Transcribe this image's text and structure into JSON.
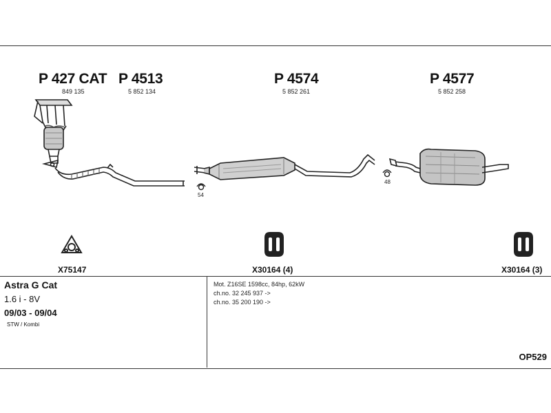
{
  "parts": [
    {
      "part_no": "P 427 CAT",
      "oe_no": "849 135"
    },
    {
      "part_no": "P 4513",
      "oe_no": "5 852 134"
    },
    {
      "part_no": "P 4574",
      "oe_no": "5 852 261"
    },
    {
      "part_no": "P 4577",
      "oe_no": "5 852 258"
    }
  ],
  "small_labels": {
    "clamp_left": "54",
    "clamp_right": "48"
  },
  "accessories": [
    {
      "label": "X75147",
      "icon": "gasket-icon"
    },
    {
      "label": "X30164 (4)",
      "icon": "rubber-hanger-icon"
    },
    {
      "label": "X30164 (3)",
      "icon": "rubber-hanger-icon"
    }
  ],
  "vehicle": {
    "model": "Astra G Cat",
    "engine": "1.6 i - 8V",
    "years": "09/03 - 09/04",
    "body": "STW / Kombi"
  },
  "specs": [
    "Mot. Z16SE 1598cc, 84hp, 62kW",
    "ch.no. 32 245 937 ->",
    "ch.no. 35 200 190 ->"
  ],
  "reference": "OP529"
}
